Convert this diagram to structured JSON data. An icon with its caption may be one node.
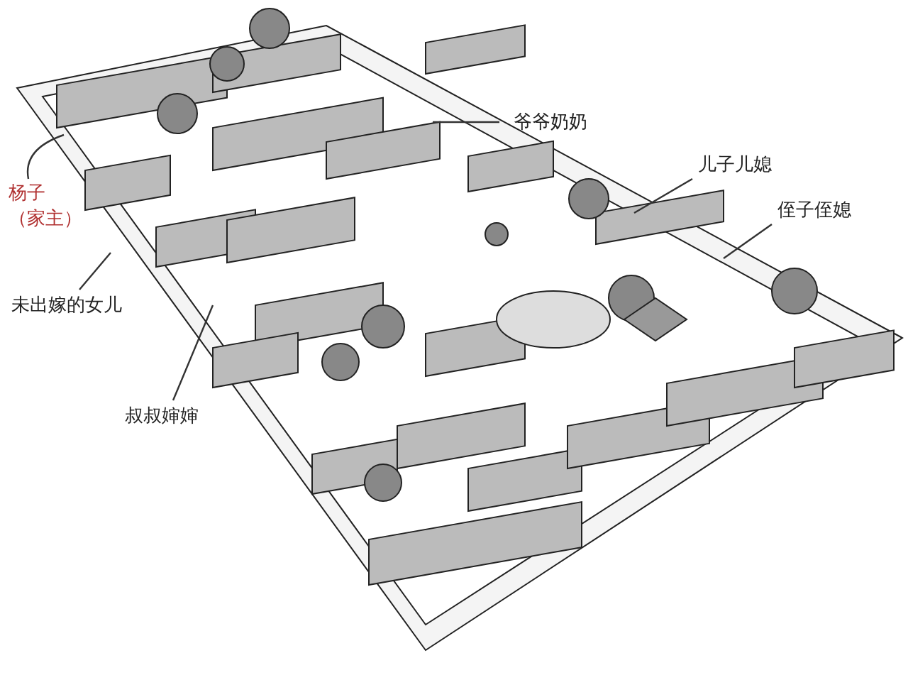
{
  "diagram": {
    "nodes": [
      {
        "text": [
          "杨子",
          "（家主）"
        ]
      },
      {
        "text": [
          "未出嫁的女儿"
        ]
      },
      {
        "text": [
          "叔叔婶婶"
        ]
      },
      {
        "text": [
          "爷爷奶奶"
        ]
      },
      {
        "text": [
          "儿子儿媳"
        ]
      },
      {
        "text": [
          "侄子侄媳"
        ]
      }
    ],
    "edges": [
      {
        "from": 0,
        "to": null,
        "arrow": "none"
      },
      {
        "from": 1,
        "to": null,
        "arrow": "none"
      },
      {
        "from": 2,
        "to": null,
        "arrow": "none"
      },
      {
        "from": 3,
        "to": null,
        "arrow": "none"
      },
      {
        "from": 4,
        "to": null,
        "arrow": "none"
      },
      {
        "from": 5,
        "to": null,
        "arrow": "none"
      }
    ]
  }
}
